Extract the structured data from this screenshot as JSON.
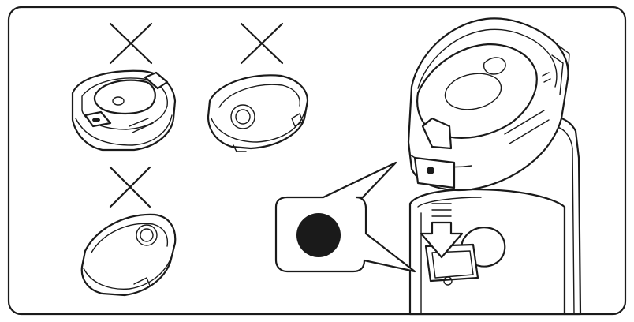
{
  "illustration": {
    "wrong_positions": [
      {
        "label": "wrong-orientation-upright-top",
        "mark": "cross-icon"
      },
      {
        "label": "wrong-orientation-flipped",
        "mark": "cross-icon"
      },
      {
        "label": "wrong-orientation-rotated",
        "mark": "cross-icon"
      }
    ],
    "correct_position": {
      "indicator": "filled-circle-icon",
      "direction": "arrow-down-icon"
    }
  }
}
